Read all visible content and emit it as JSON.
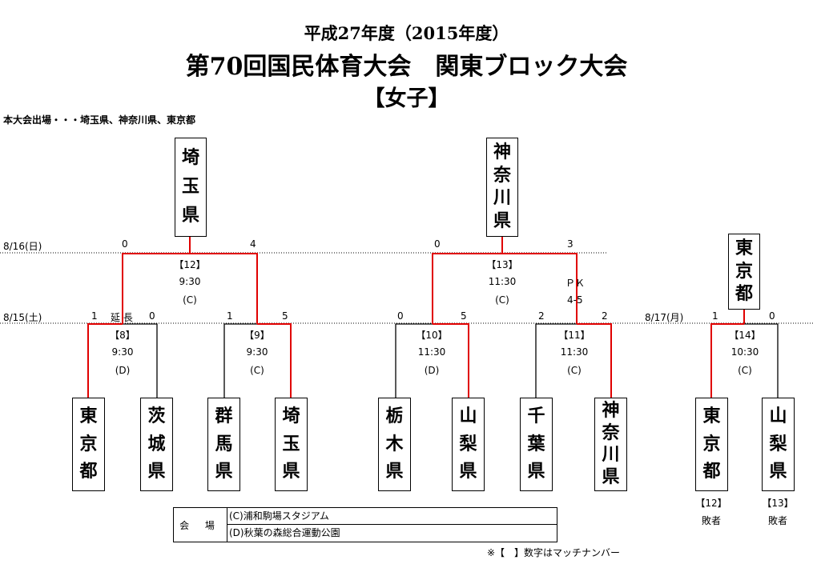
{
  "header": {
    "subtitle": "平成27年度（2015年度）",
    "title": "第70回国民体育大会　関東ブロック大会",
    "category": "【女子】"
  },
  "note_top": "本大会出場・・・埼玉県、神奈川県、東京都",
  "dates": {
    "d816": "8/16(日)",
    "d815": "8/15(土)",
    "d817": "8/17(月)"
  },
  "teams": {
    "t1": [
      "東",
      "京",
      "都"
    ],
    "t2": [
      "茨",
      "城",
      "県"
    ],
    "t3": [
      "群",
      "馬",
      "県"
    ],
    "t4": [
      "埼",
      "玉",
      "県"
    ],
    "t5": [
      "栃",
      "木",
      "県"
    ],
    "t6": [
      "山",
      "梨",
      "県"
    ],
    "t7": [
      "千",
      "葉",
      "県"
    ],
    "t8": [
      "神",
      "奈",
      "川",
      "県"
    ],
    "t9": [
      "東",
      "京",
      "都"
    ],
    "t10": [
      "山",
      "梨",
      "県"
    ]
  },
  "winners": {
    "w12": [
      "埼",
      "玉",
      "県"
    ],
    "w13": [
      "神",
      "奈",
      "川",
      "県"
    ],
    "w14": [
      "東",
      "京",
      "都"
    ]
  },
  "matches": {
    "m8": {
      "no": "【8】",
      "time": "9:30",
      "venue": "(D)",
      "score_l": "1",
      "score_r": "0",
      "extra": "延 長"
    },
    "m9": {
      "no": "【9】",
      "time": "9:30",
      "venue": "(C)",
      "score_l": "1",
      "score_r": "5"
    },
    "m10": {
      "no": "【10】",
      "time": "11:30",
      "venue": "(D)",
      "score_l": "0",
      "score_r": "5"
    },
    "m11": {
      "no": "【11】",
      "time": "11:30",
      "venue": "(C)",
      "score_l": "2",
      "score_r": "2"
    },
    "m12": {
      "no": "【12】",
      "time": "9:30",
      "venue": "(C)",
      "score_l": "0",
      "score_r": "4"
    },
    "m13": {
      "no": "【13】",
      "time": "11:30",
      "venue": "(C)",
      "score_l": "0",
      "score_r": "3",
      "pk_label": "ＰＫ",
      "pk_score": "4-5"
    },
    "m14": {
      "no": "【14】",
      "time": "10:30",
      "venue": "(C)",
      "score_l": "1",
      "score_r": "0"
    }
  },
  "losers": {
    "l12": {
      "ref": "【12】",
      "label": "敗者"
    },
    "l13": {
      "ref": "【13】",
      "label": "敗者"
    }
  },
  "venue_table": {
    "label": "会 場",
    "rows": [
      "(C)浦和駒場スタジアム",
      "(D)秋葉の森総合運動公園"
    ]
  },
  "footnote": "※【　】数字はマッチナンバー",
  "colors": {
    "winner_line": "#e00000",
    "line": "#000000",
    "dotted": "#000000"
  }
}
